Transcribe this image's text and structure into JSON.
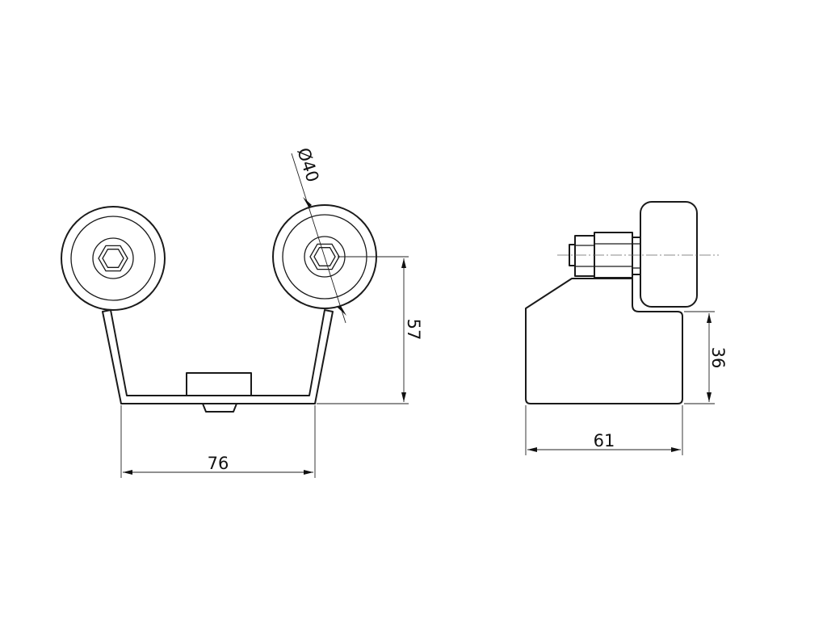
{
  "diagram": {
    "front_view": {
      "wheel_diameter_label": "Ø40",
      "height_label": "57",
      "width_label": "76"
    },
    "side_view": {
      "height_label": "36",
      "width_label": "61"
    }
  }
}
